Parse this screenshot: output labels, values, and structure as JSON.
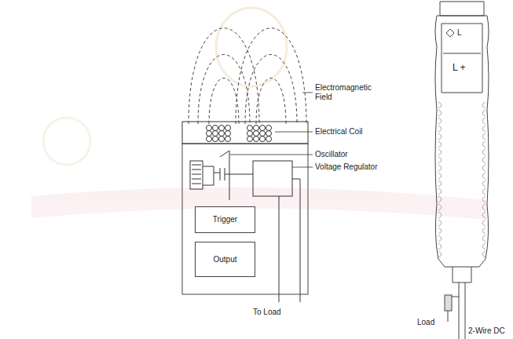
{
  "diagram": {
    "nodes": [
      {
        "text": [
          "Trigger"
        ]
      },
      {
        "text": [
          "Output"
        ]
      }
    ],
    "labels": [
      "Electromagnetic Field",
      "Electrical Coil",
      "Oscillator",
      "Voltage Regulator",
      "To Load",
      "L",
      "L +",
      "Load",
      "2-Wire DC"
    ]
  }
}
